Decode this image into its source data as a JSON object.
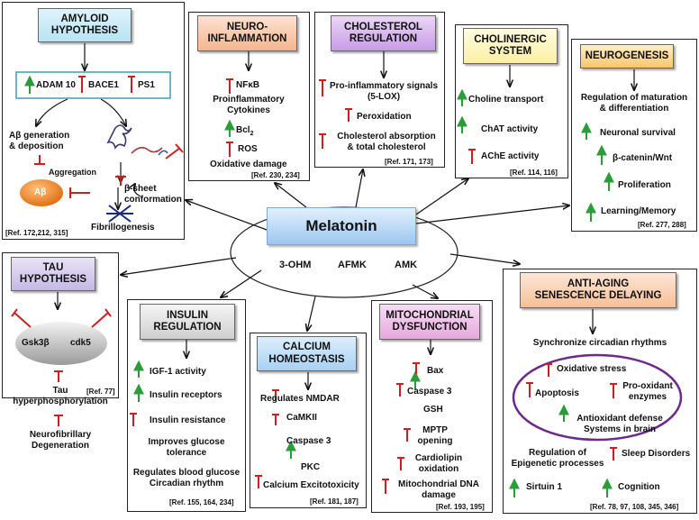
{
  "center": {
    "title": "Melatonin",
    "metabolites": [
      "3-OHM",
      "AFMK",
      "AMK"
    ]
  },
  "amyloid": {
    "title": [
      "AMYLOID",
      "HYPOTHESIS"
    ],
    "enzymes": [
      "ADAM 10",
      "BACE1",
      "PS1"
    ],
    "abeta_gen": [
      "Aβ generation",
      "& deposition"
    ],
    "aggregation": "Aggregation",
    "abeta": "Aβ",
    "beta_sheet": [
      "β-sheet",
      "conformation"
    ],
    "fibrillogenesis": "Fibrillogenesis",
    "ref": "[Ref. 172,212, 315]"
  },
  "neuroinflammation": {
    "title": [
      "NEURO-",
      "INFLAMMATION"
    ],
    "nfkb": "NFκB",
    "cytokines": [
      "Proinflammatory",
      "Cytokines"
    ],
    "bcl2": "Bcl",
    "bcl2_sub": "2",
    "ros": "ROS",
    "oxidative": "Oxidative damage",
    "ref": "[Ref. 230, 234]"
  },
  "cholesterol": {
    "title": [
      "CHOLESTEROL",
      "REGULATION"
    ],
    "signals": [
      "Pro-inflammatory signals",
      "(5-LOX)"
    ],
    "peroxidation": "Peroxidation",
    "absorption": [
      "Cholesterol absorption",
      "& total cholesterol"
    ],
    "ref": "[Ref. 171, 173]"
  },
  "cholinergic": {
    "title": [
      "CHOLINERGIC",
      "SYSTEM"
    ],
    "items": [
      "Choline transport",
      "ChAT activity",
      "AChE activity"
    ],
    "ref": "[Ref. 114, 116]"
  },
  "neurogenesis": {
    "title": "NEUROGENESIS",
    "regulation": [
      "Regulation of maturation",
      "& differentiation"
    ],
    "items": [
      "Neuronal survival",
      "β-catenin/Wnt",
      "Proliferation",
      "Learning/Memory"
    ],
    "ref": "[Ref. 277, 288]"
  },
  "tau": {
    "title": [
      "TAU",
      "HYPOTHESIS"
    ],
    "kinases": [
      "Gsk3β",
      "cdk5"
    ],
    "hyper": [
      "Tau",
      "hyperphosphorylation"
    ],
    "degeneration": [
      "Neurofibrillary",
      "Degeneration"
    ],
    "ref": "[Ref. 77]"
  },
  "insulin": {
    "title": [
      "INSULIN",
      "REGULATION"
    ],
    "items": [
      "IGF-1 activity",
      "Insulin receptors",
      "Insulin resistance"
    ],
    "tolerance": [
      "Improves glucose",
      "tolerance"
    ],
    "blood": [
      "Regulates blood glucose",
      "Circadian rhythm"
    ],
    "ref": "[Ref. 155, 164, 234]"
  },
  "calcium": {
    "title": [
      "CALCIUM",
      "HOMEOSTASIS"
    ],
    "nmdar": "Regulates NMDAR",
    "items": [
      "CaMKII",
      "Caspase 3",
      "PKC",
      "Calcium Excitotoxicity"
    ],
    "ref": "[Ref. 181, 187]"
  },
  "mito": {
    "title": [
      "MITOCHONDRIAL",
      "DYSFUNCTION"
    ],
    "bax": "Bax",
    "casp": "Caspase 3",
    "gsh": "GSH",
    "mptp": [
      "MPTP",
      "opening"
    ],
    "cardio": [
      "Cardiolipin",
      "oxidation"
    ],
    "dna": [
      "Mitochondrial DNA",
      "damage"
    ],
    "ref": "[Ref. 193, 195]"
  },
  "aging": {
    "title": [
      "ANTI-AGING",
      "SENESCENCE DELAYING"
    ],
    "sync": "Synchronize circadian rhythms",
    "oxidative": "Oxidative stress",
    "apoptosis": "Apoptosis",
    "prooxidant": [
      "Pro-oxidant",
      "enzymes"
    ],
    "antioxidant": [
      "Antioxidant defense",
      "Systems in brain"
    ],
    "epigenetic": [
      "Regulation of",
      "Epigenetic processes"
    ],
    "sleep": "Sleep Disorders",
    "sirtuin": "Sirtuin 1",
    "cognition": "Cognition",
    "ref": "[Ref. 78, 97, 108, 345, 346]"
  },
  "colors": {
    "up_arrow": "#2a9d3a",
    "inhibit": "#cc1f1f",
    "ellipse_border": "#6b2a8c"
  }
}
